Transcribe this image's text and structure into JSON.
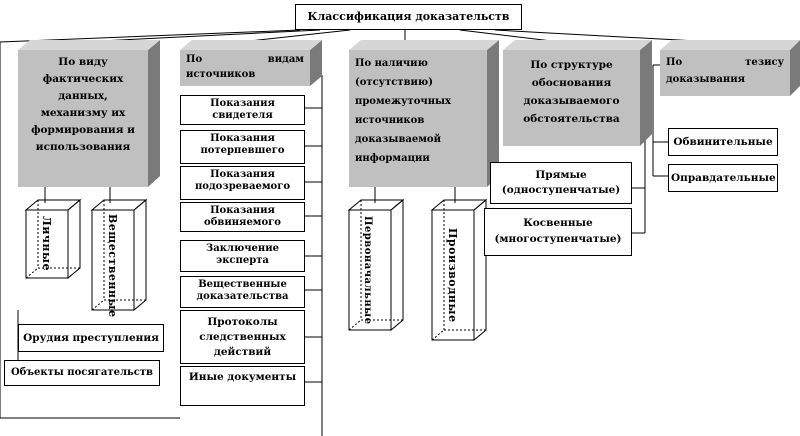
{
  "root": "Классификация доказательств",
  "categories": [
    {
      "label": "По виду фактических данных, механизму их формирования и использования"
    },
    {
      "label": "По видам источников"
    },
    {
      "label": "По наличию (отсутствию) промежуточных источников доказываемой информации"
    },
    {
      "label": "По структуре обоснования доказываемого обстоятельства"
    },
    {
      "label": "По тезису доказывания"
    }
  ],
  "cat1": {
    "children": [
      "Личные",
      "Вещественные"
    ],
    "items": [
      "Орудия преступления",
      "Объекты посягательств"
    ]
  },
  "cat2": {
    "items": [
      "Показания свидетеля",
      "Показания потерпевшего",
      "Показания подозреваемого",
      "Показания обвиняемого",
      "Заключение эксперта",
      "Вещественные доказательства",
      "Протоколы следственных действий",
      "Иные документы"
    ]
  },
  "cat3": {
    "children": [
      "Первоначальные",
      "Производные"
    ]
  },
  "cat4": {
    "children": [
      "Прямые (одноступенчатые)",
      "Косвенные (многоступенчатые)"
    ]
  },
  "cat5": {
    "children": [
      "Обвинительные",
      "Оправдательные"
    ]
  }
}
